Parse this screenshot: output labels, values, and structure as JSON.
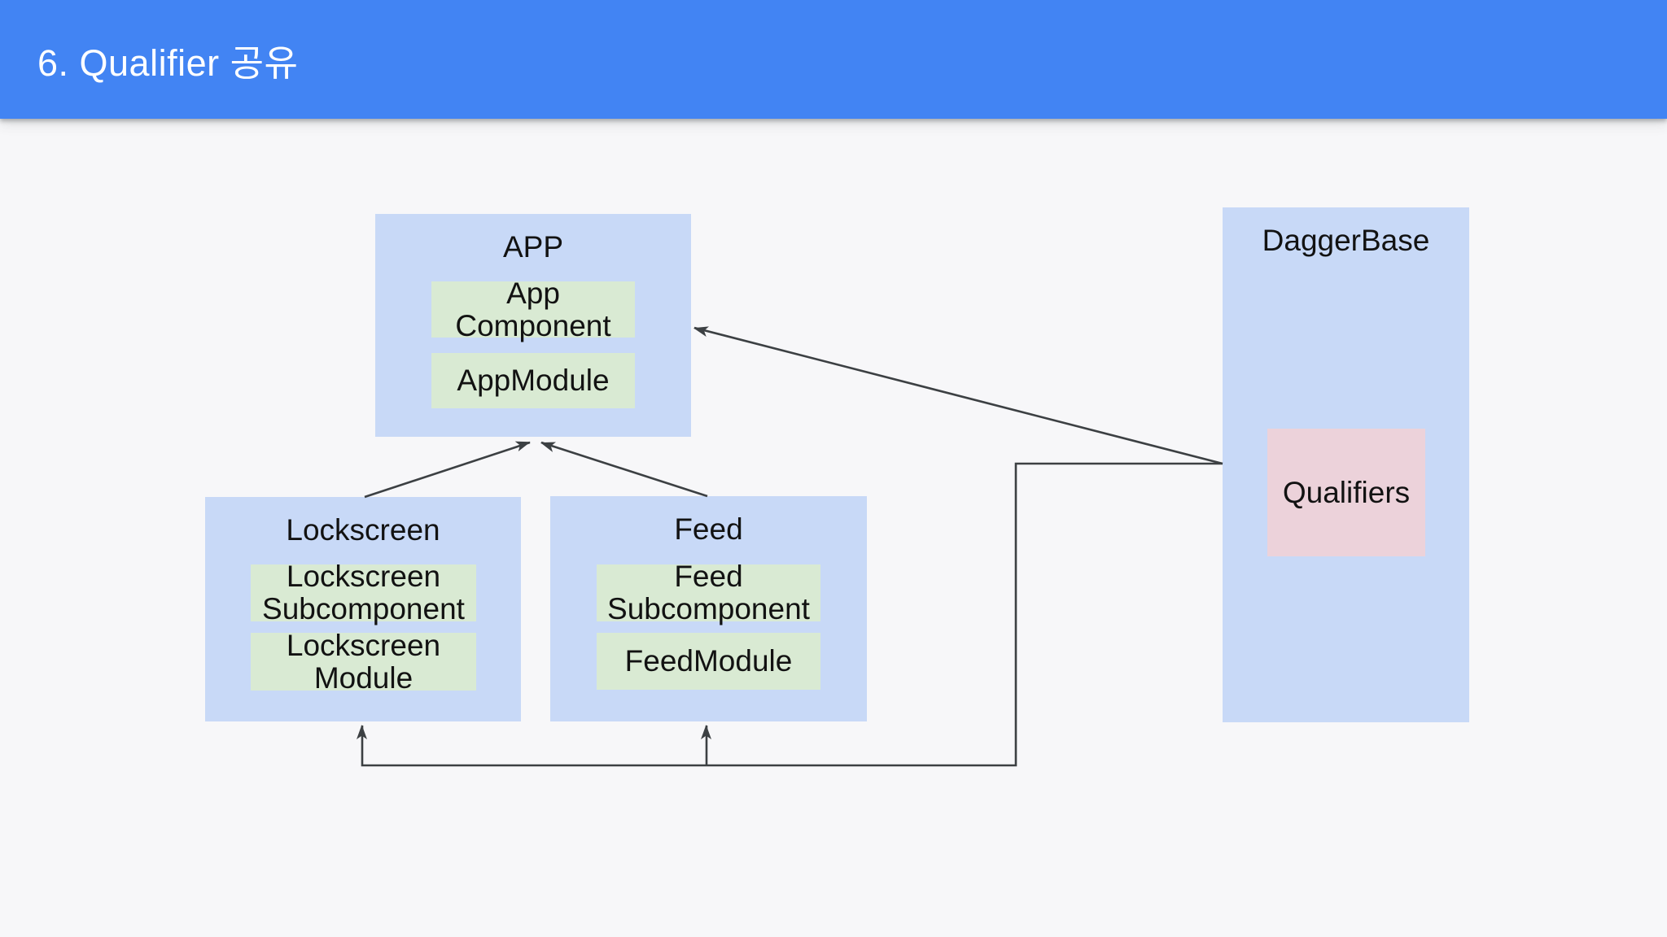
{
  "slide": {
    "title": "6. Qualifier 공유"
  },
  "diagram": {
    "app": {
      "title": "APP",
      "component": "App Component",
      "module": "AppModule"
    },
    "lockscreen": {
      "title": "Lockscreen",
      "component": "Lockscreen Subcomponent",
      "module": "Lockscreen Module"
    },
    "feed": {
      "title": "Feed",
      "component": "Feed Subcomponent",
      "module": "FeedModule"
    },
    "daggerbase": {
      "title": "DaggerBase",
      "qualifiers": "Qualifiers"
    },
    "relations": [
      "Lockscreen -> APP",
      "Feed -> APP",
      "DaggerBase -> APP",
      "DaggerBase -> Lockscreen",
      "DaggerBase -> Feed"
    ]
  },
  "colors": {
    "header_bg": "#4284f3",
    "header_text": "#ffffff",
    "container_box_bg": "#c8d9f7",
    "module_box_bg": "#d9ead3",
    "qualifiers_box_bg": "#ecd2da",
    "arrow_stroke": "#3c4043",
    "page_bg": "#f7f7f9",
    "box_text": "#121212"
  }
}
